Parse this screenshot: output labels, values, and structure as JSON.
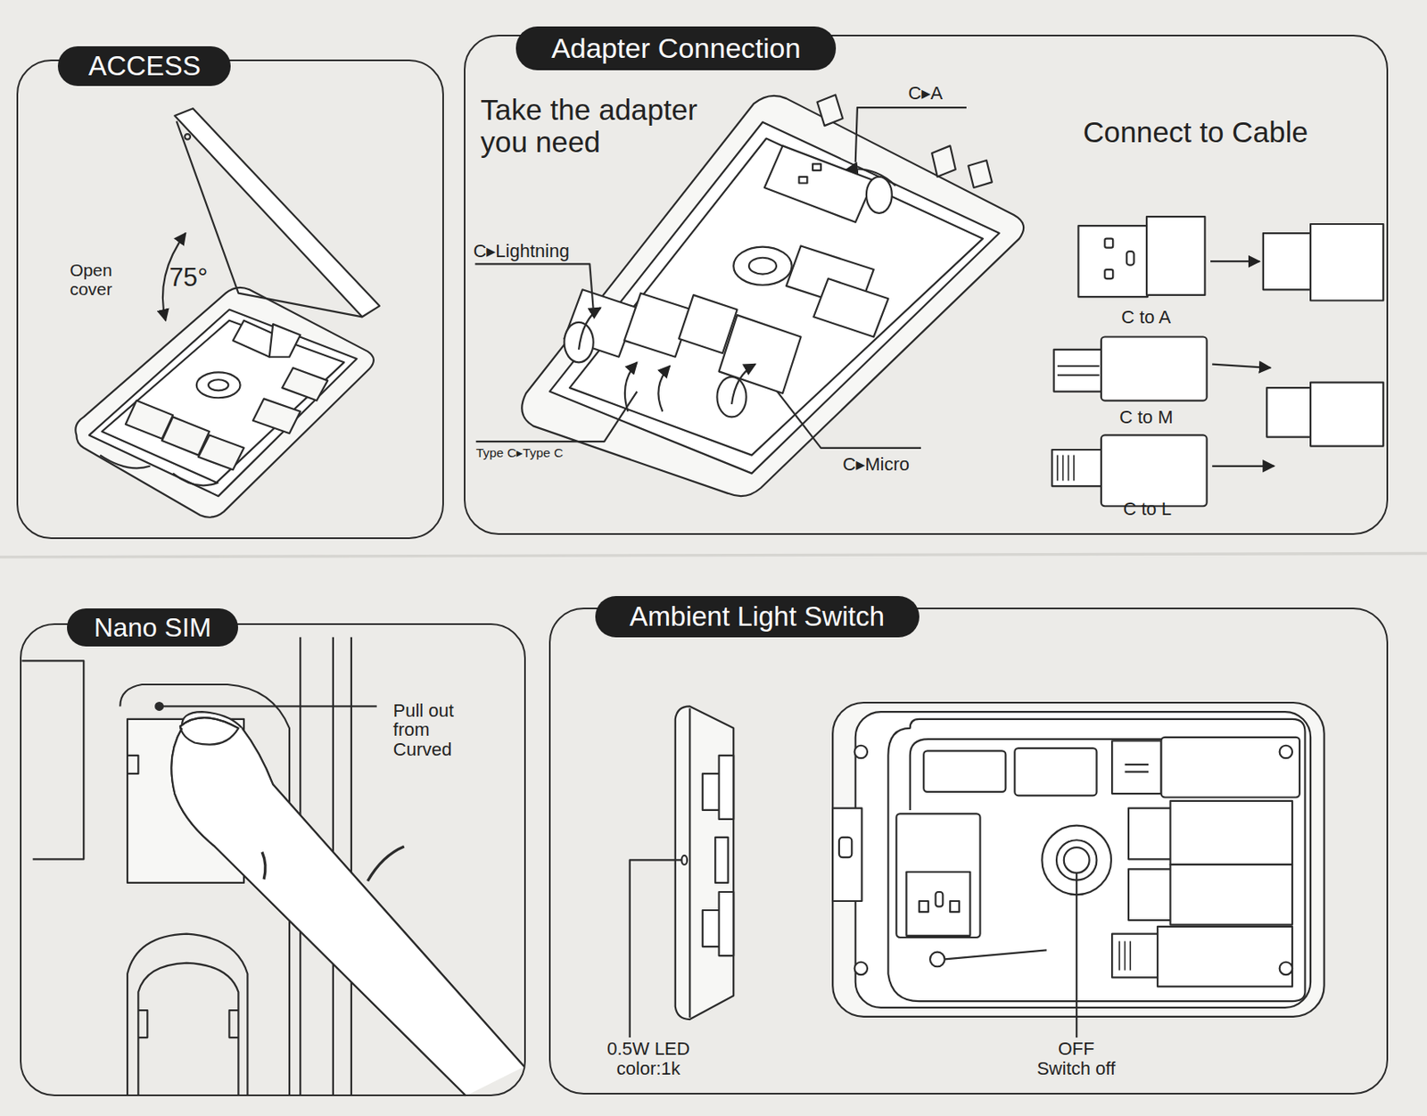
{
  "diagram": {
    "nodes": [
      {
        "text": [
          "ACCESS"
        ]
      },
      {
        "text": [
          "Adapter Connection"
        ]
      },
      {
        "text": [
          "Nano SIM"
        ]
      },
      {
        "text": [
          "Ambient Light Switch"
        ]
      }
    ],
    "labels": [
      "Open cover",
      "75°",
      "Take the adapter you need",
      "C▸A",
      "Connect to Cable",
      "C▸Lightning",
      "Type C▸Type C",
      "C▸Micro",
      "C to A",
      "C to M",
      "C to L",
      "Pull out from Curved",
      "0.5W LED color:1k",
      "OFF Switch off"
    ]
  }
}
